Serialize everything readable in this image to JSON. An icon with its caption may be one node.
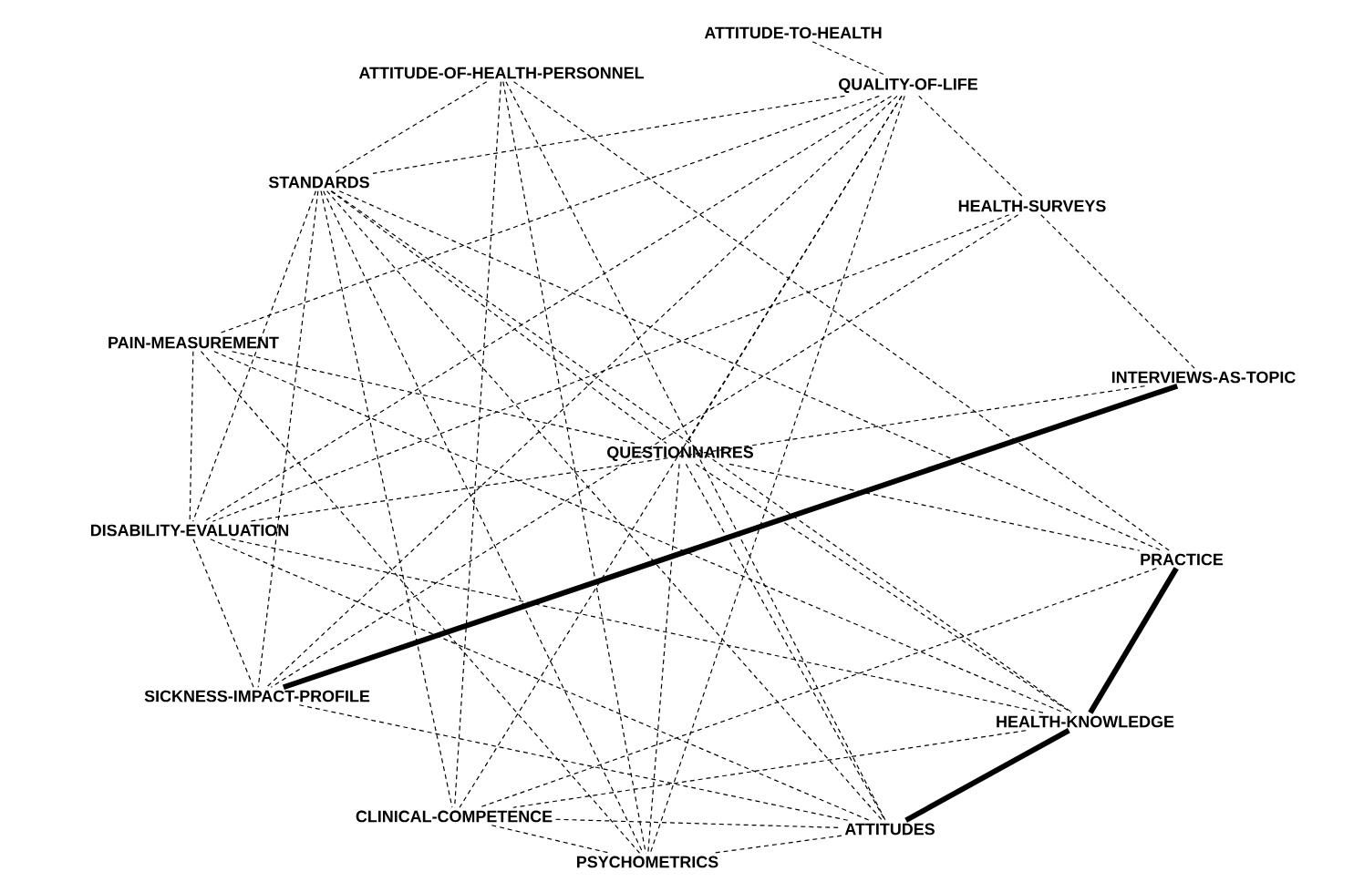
{
  "diagram": {
    "nodes": [
      {
        "text": [
          "ATTITUDE-TO-HEALTH"
        ]
      },
      {
        "text": [
          "ATTITUDE-OF-HEALTH-PERSONNEL"
        ]
      },
      {
        "text": [
          "QUALITY-OF-LIFE"
        ]
      },
      {
        "text": [
          "STANDARDS"
        ]
      },
      {
        "text": [
          "HEALTH-SURVEYS"
        ]
      },
      {
        "text": [
          "PAIN-MEASUREMENT"
        ]
      },
      {
        "text": [
          "INTERVIEWS-AS-TOPIC"
        ]
      },
      {
        "text": [
          "QUESTIONNAIRES"
        ]
      },
      {
        "text": [
          "DISABILITY-EVALUATION"
        ]
      },
      {
        "text": [
          "PRACTICE"
        ]
      },
      {
        "text": [
          "SICKNESS-IMPACT-PROFILE"
        ]
      },
      {
        "text": [
          "HEALTH-KNOWLEDGE"
        ]
      },
      {
        "text": [
          "CLINICAL-COMPETENCE"
        ]
      },
      {
        "text": [
          "ATTITUDES"
        ]
      },
      {
        "text": [
          "PSYCHOMETRICS"
        ]
      }
    ],
    "edges": [
      {
        "from": 0,
        "to": 2,
        "arrow": "none",
        "style": "dashed"
      },
      {
        "from": 1,
        "to": 3,
        "arrow": "none",
        "style": "dashed"
      },
      {
        "from": 1,
        "to": 12,
        "arrow": "none",
        "style": "dashed"
      },
      {
        "from": 1,
        "to": 9,
        "arrow": "none",
        "style": "dashed"
      },
      {
        "from": 1,
        "to": 13,
        "arrow": "none",
        "style": "dashed"
      },
      {
        "from": 1,
        "to": 14,
        "arrow": "none",
        "style": "dashed"
      },
      {
        "from": 2,
        "to": 3,
        "arrow": "none",
        "style": "dashed"
      },
      {
        "from": 2,
        "to": 5,
        "arrow": "none",
        "style": "dashed"
      },
      {
        "from": 2,
        "to": 8,
        "arrow": "none",
        "style": "dashed"
      },
      {
        "from": 2,
        "to": 10,
        "arrow": "none",
        "style": "dashed"
      },
      {
        "from": 2,
        "to": 12,
        "arrow": "none",
        "style": "dashed"
      },
      {
        "from": 2,
        "to": 14,
        "arrow": "none",
        "style": "dashed"
      },
      {
        "from": 2,
        "to": 4,
        "arrow": "none",
        "style": "dashed"
      },
      {
        "from": 2,
        "to": 7,
        "arrow": "none",
        "style": "dashed"
      },
      {
        "from": 3,
        "to": 7,
        "arrow": "none",
        "style": "dashed"
      },
      {
        "from": 3,
        "to": 9,
        "arrow": "none",
        "style": "dashed"
      },
      {
        "from": 3,
        "to": 11,
        "arrow": "none",
        "style": "dashed"
      },
      {
        "from": 3,
        "to": 13,
        "arrow": "none",
        "style": "dashed"
      },
      {
        "from": 3,
        "to": 14,
        "arrow": "none",
        "style": "dashed"
      },
      {
        "from": 3,
        "to": 12,
        "arrow": "none",
        "style": "dashed"
      },
      {
        "from": 3,
        "to": 8,
        "arrow": "none",
        "style": "dashed"
      },
      {
        "from": 3,
        "to": 10,
        "arrow": "none",
        "style": "dashed"
      },
      {
        "from": 4,
        "to": 6,
        "arrow": "none",
        "style": "dashed"
      },
      {
        "from": 4,
        "to": 8,
        "arrow": "none",
        "style": "dashed"
      },
      {
        "from": 4,
        "to": 10,
        "arrow": "none",
        "style": "dashed"
      },
      {
        "from": 5,
        "to": 7,
        "arrow": "none",
        "style": "dashed"
      },
      {
        "from": 5,
        "to": 11,
        "arrow": "none",
        "style": "dashed"
      },
      {
        "from": 5,
        "to": 8,
        "arrow": "none",
        "style": "dashed"
      },
      {
        "from": 5,
        "to": 14,
        "arrow": "none",
        "style": "dashed"
      },
      {
        "from": 6,
        "to": 8,
        "arrow": "none",
        "style": "dashed"
      },
      {
        "from": 6,
        "to": 10,
        "arrow": "none",
        "style": "thick"
      },
      {
        "from": 7,
        "to": 9,
        "arrow": "none",
        "style": "dashed"
      },
      {
        "from": 7,
        "to": 14,
        "arrow": "none",
        "style": "dashed"
      },
      {
        "from": 7,
        "to": 11,
        "arrow": "none",
        "style": "dashed"
      },
      {
        "from": 7,
        "to": 13,
        "arrow": "none",
        "style": "dashed"
      },
      {
        "from": 8,
        "to": 10,
        "arrow": "none",
        "style": "dashed"
      },
      {
        "from": 8,
        "to": 11,
        "arrow": "none",
        "style": "dashed"
      },
      {
        "from": 8,
        "to": 13,
        "arrow": "none",
        "style": "dashed"
      },
      {
        "from": 9,
        "to": 12,
        "arrow": "none",
        "style": "dashed"
      },
      {
        "from": 9,
        "to": 11,
        "arrow": "none",
        "style": "thick"
      },
      {
        "from": 10,
        "to": 13,
        "arrow": "none",
        "style": "dashed"
      },
      {
        "from": 11,
        "to": 12,
        "arrow": "none",
        "style": "dashed"
      },
      {
        "from": 11,
        "to": 13,
        "arrow": "none",
        "style": "thick"
      },
      {
        "from": 12,
        "to": 14,
        "arrow": "none",
        "style": "dashed"
      },
      {
        "from": 13,
        "to": 14,
        "arrow": "none",
        "style": "dashed"
      },
      {
        "from": 12,
        "to": 13,
        "arrow": "none",
        "style": "dashed"
      }
    ]
  }
}
